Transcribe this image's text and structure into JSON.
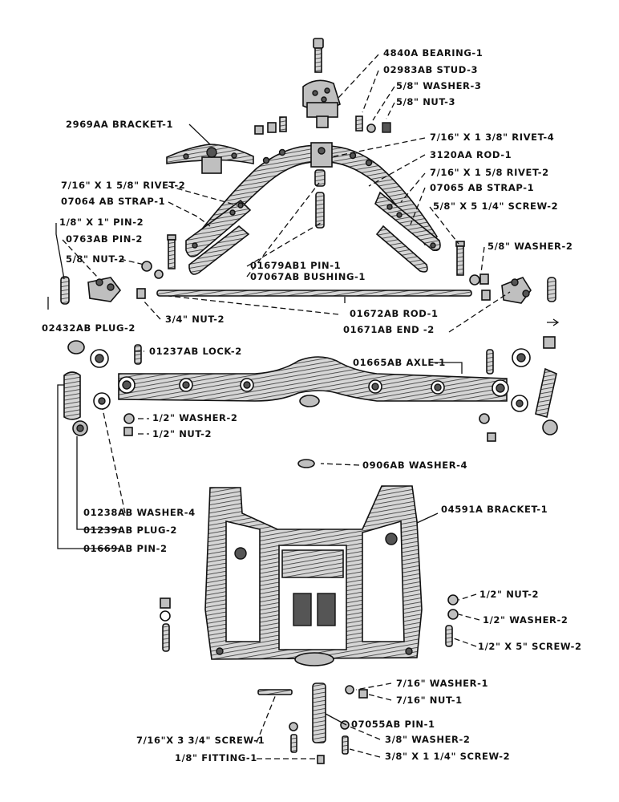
{
  "labels": {
    "bearing": "4840A BEARING-1",
    "stud": "02983AB STUD-3",
    "washer58_3": "5/8\" WASHER-3",
    "nut58_3": "5/8\" NUT-3",
    "bracket_top": "2969AA  BRACKET-1",
    "rivet4": "7/16\" X 1 3/8\" RIVET-4",
    "rod_3120": "3120AA  ROD-1",
    "rivet2_right": "7/16\" X 1 5/8 RIVET-2",
    "rivet2_left": "7/16\" X 1 5/8\" RIVET-2",
    "strap_07065": "07065 AB STRAP-1",
    "strap_07064": "07064 AB STRAP-1",
    "screw58": "5/8\" X 5 1/4\" SCREW-2",
    "pin18": "1/8\" X 1\" PIN-2",
    "pin_0763": "0763AB  PIN-2",
    "nut58_2": "5/8\" NUT-2",
    "washer58_2": "5/8\" WASHER-2",
    "pin_01679": "01679AB1 PIN-1",
    "bushing": "07067AB BUSHING-1",
    "nut34": "3/4\" NUT-2",
    "rod_01672": "01672AB ROD-1",
    "end": "01671AB END -2",
    "plug_02432": "02432AB  PLUG-2",
    "lock": "01237AB LOCK-2",
    "axle": "01665AB  AXLE-1",
    "washer12_left": "1/2\" WASHER-2",
    "nut12_left": "1/2\" NUT-2",
    "washer_0906": "0906AB  WASHER-4",
    "washer_01238": "01238AB WASHER-4",
    "bracket_04591": "04591A  BRACKET-1",
    "plug_01239": "01239AB PLUG-2",
    "pin_01669": "01669AB  PIN-2",
    "nut12_right": "1/2\" NUT-2",
    "washer12_right": "1/2\" WASHER-2",
    "screw12": "1/2\" X 5\"  SCREW-2",
    "washer716": "7/16\" WASHER-1",
    "nut716": "7/16\" NUT-1",
    "pin_07055": "07055AB PIN-1",
    "screw716": "7/16\"X 3 3/4\" SCREW-1",
    "washer38": "3/8\" WASHER-2",
    "fitting": "1/8\" FITTING-1",
    "screw38": "3/8\" X 1 1/4\" SCREW-2"
  }
}
